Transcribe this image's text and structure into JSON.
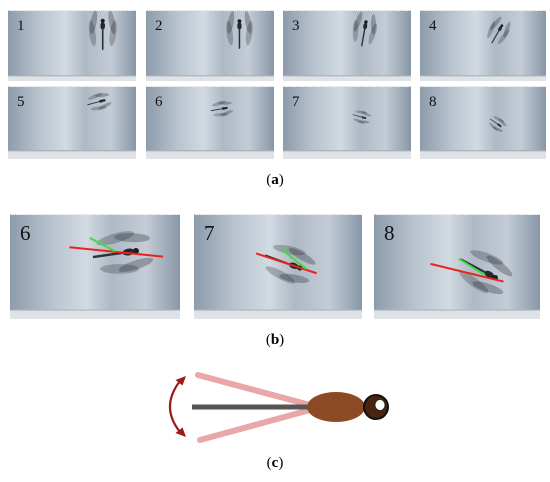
{
  "panel_a": {
    "frames": [
      {
        "label": "1"
      },
      {
        "label": "2"
      },
      {
        "label": "3"
      },
      {
        "label": "4"
      },
      {
        "label": "5"
      },
      {
        "label": "6"
      },
      {
        "label": "7"
      },
      {
        "label": "8"
      }
    ],
    "caption_open": "(",
    "caption_letter": "a",
    "caption_close": ")"
  },
  "panel_b": {
    "frames": [
      {
        "label": "6"
      },
      {
        "label": "7"
      },
      {
        "label": "8"
      }
    ],
    "caption_open": "(",
    "caption_letter": "b",
    "caption_close": ")"
  },
  "panel_c": {
    "caption_open": "(",
    "caption_letter": "c",
    "caption_close": ")"
  },
  "colors": {
    "red_line": "#e8241c",
    "green_line": "#46d846",
    "body_brown": "#8b4a23",
    "arrow_red": "#9b1b1b",
    "shadow_pink": "#e9a7a7",
    "rod_gray": "#555555"
  }
}
